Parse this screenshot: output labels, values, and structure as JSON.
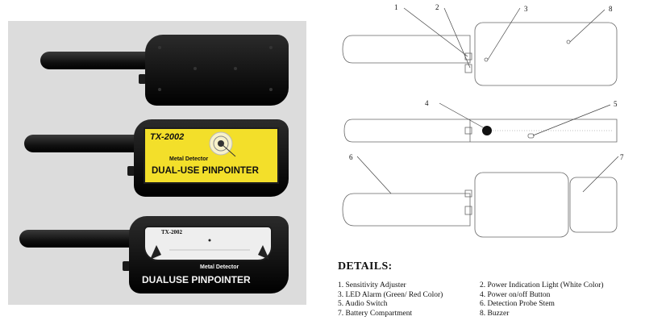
{
  "photo": {
    "device_top": {
      "label": ""
    },
    "device_middle": {
      "model": "TX-2002",
      "subtitle": "Metal Detector",
      "name": "DUAL-USE PINPOINTER"
    },
    "device_bottom": {
      "model": "TX-2002",
      "subtitle": "Metal Detector",
      "name": "DUALUSE PINPOINTER"
    }
  },
  "diagram": {
    "callouts": [
      "1",
      "2",
      "3",
      "4",
      "5",
      "6",
      "7",
      "8"
    ]
  },
  "details": {
    "title": "DETAILS:",
    "items": [
      "1. Sensitivity Adjuster",
      "2. Power Indication Light (White Color)",
      "3. LED Alarm (Green/ Red Color)",
      "4. Power on/off Button",
      "5. Audio Switch",
      "6. Detection Probe Stem",
      "7. Battery Compartment",
      "8. Buzzer"
    ]
  },
  "colors": {
    "label_yellow": "#f3df2a",
    "device_black": "#111111",
    "photo_background": "#dcdcdc",
    "line_art": "#555555"
  }
}
